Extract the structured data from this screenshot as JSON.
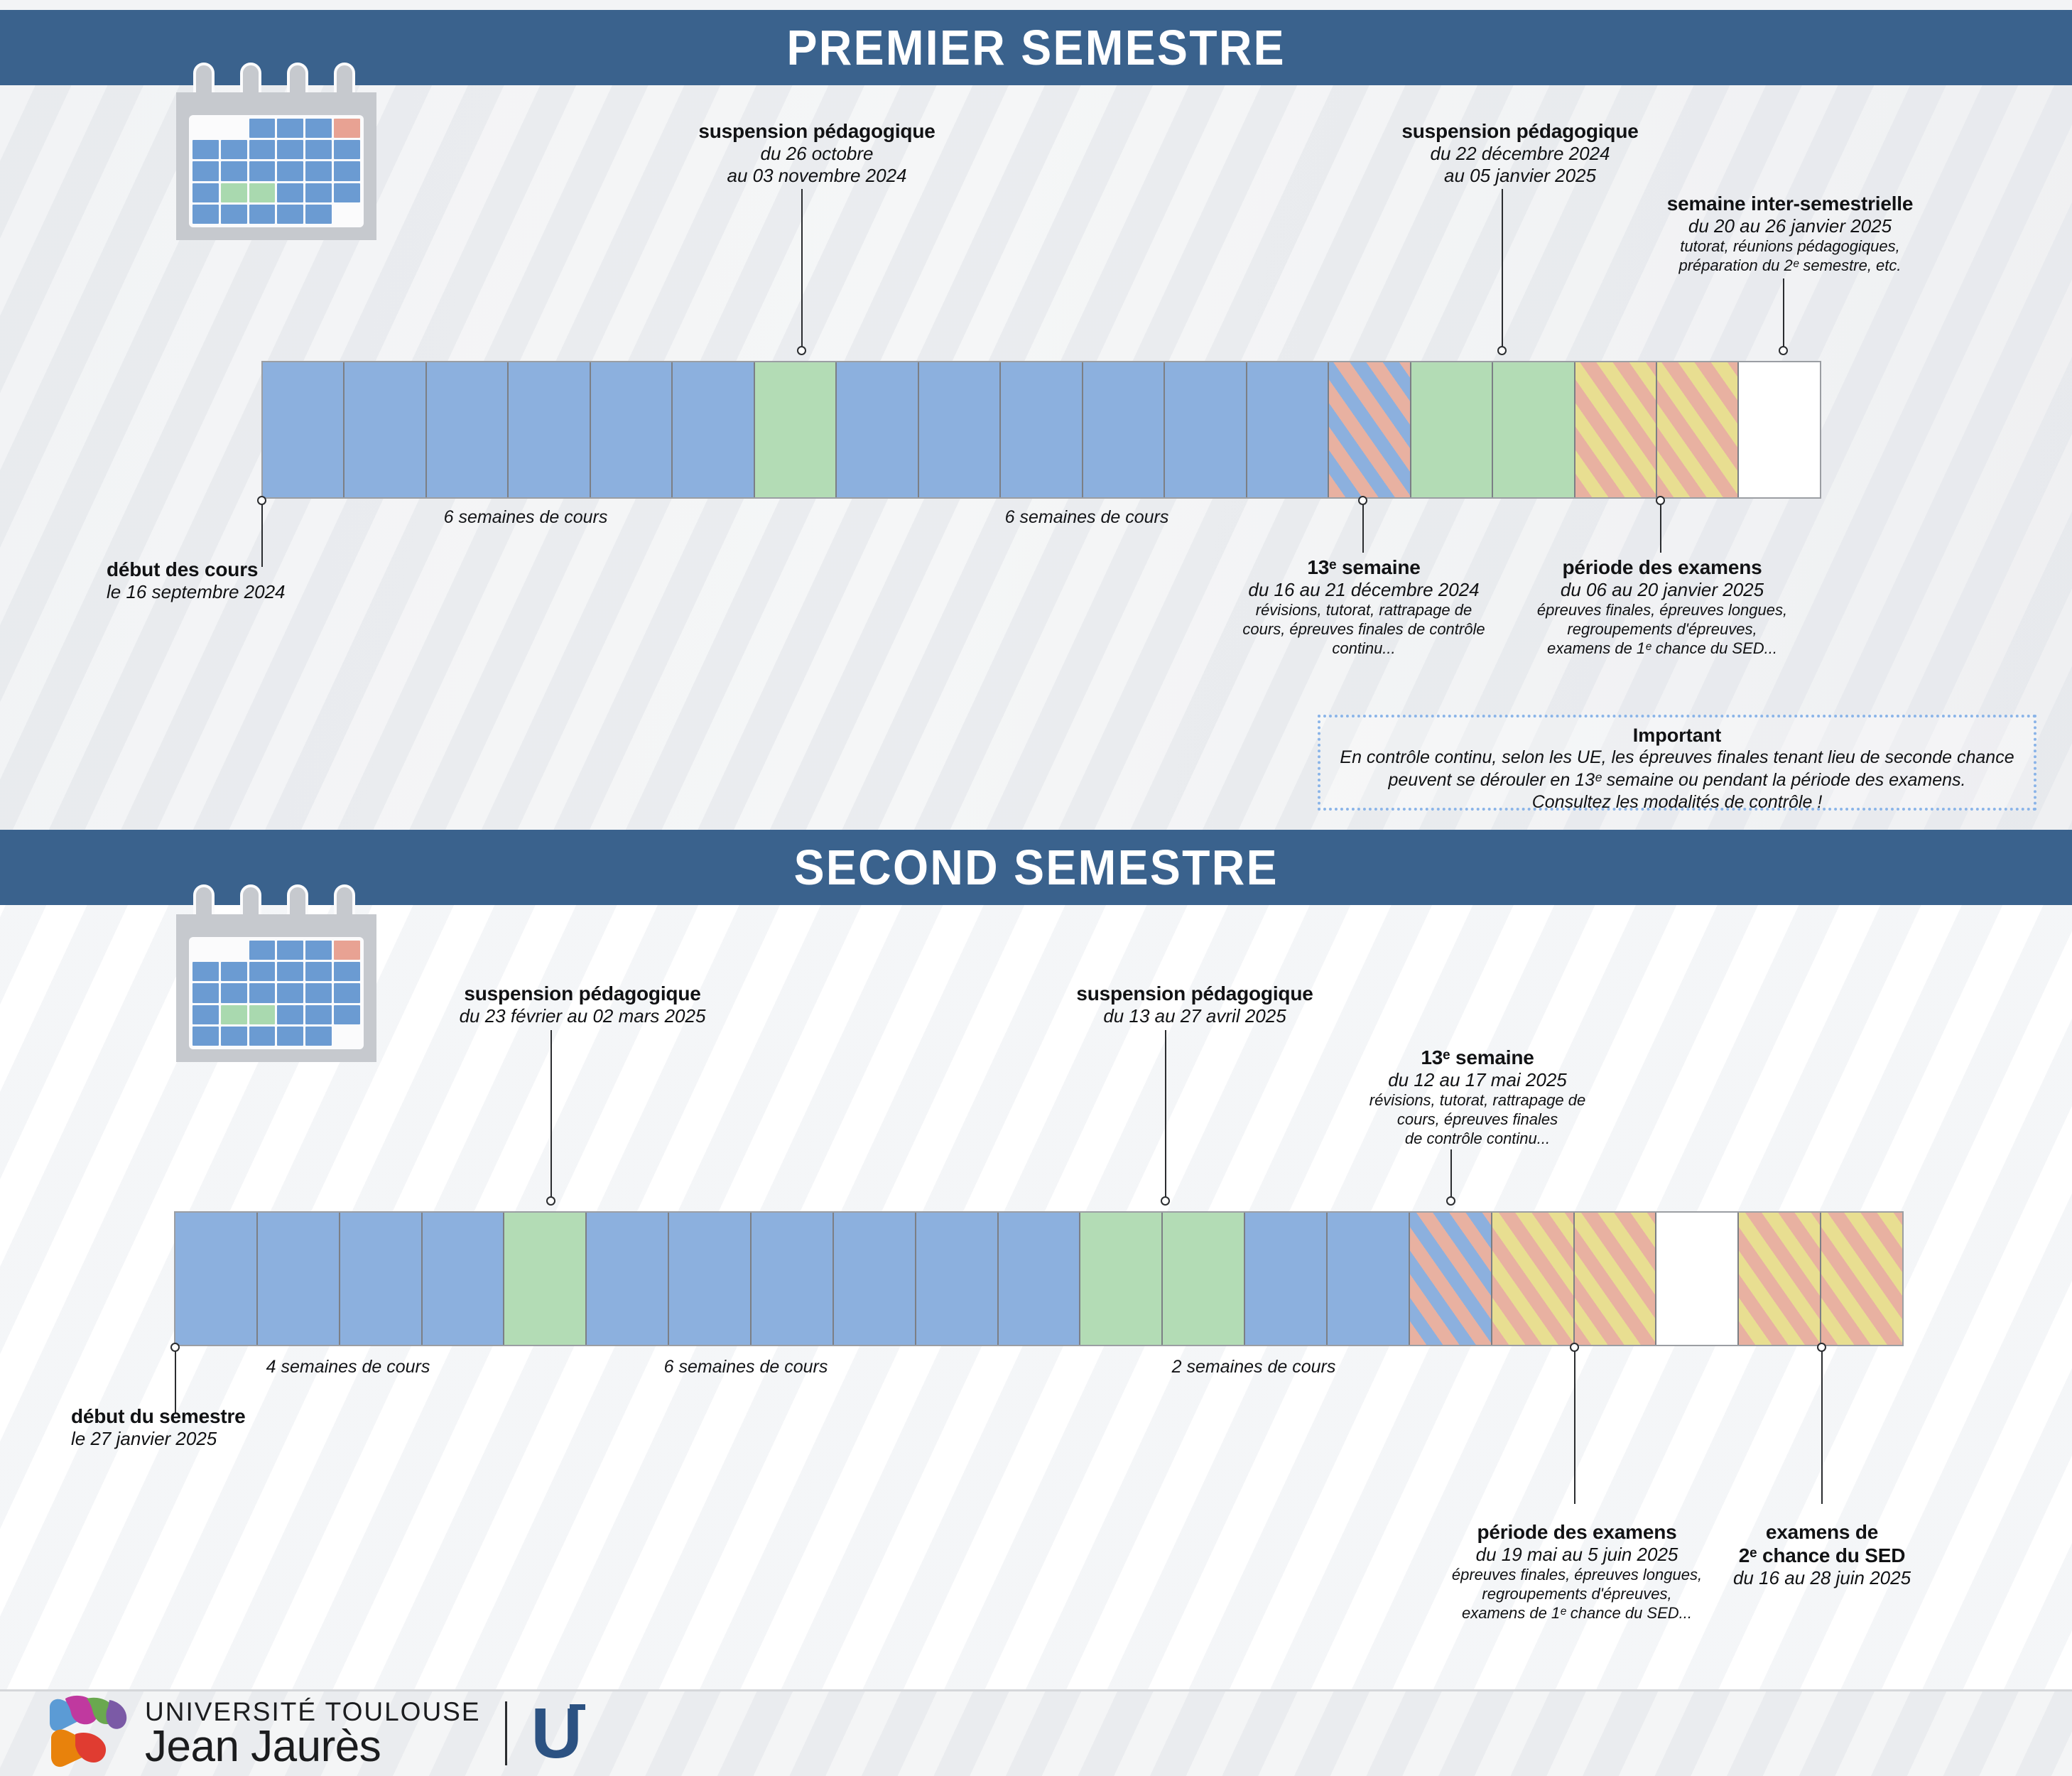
{
  "semester1": {
    "title": "PREMIER SEMESTRE",
    "calendar_icon": "calendar-icon",
    "annotations_top": [
      {
        "name": "suspension-1",
        "title": "suspension pédagogique",
        "sub1": "du 26 octobre",
        "sub2": "au 03 novembre 2024"
      },
      {
        "name": "suspension-2",
        "title": "suspension pédagogique",
        "sub1": "du 22 décembre 2024",
        "sub2": "au 05 janvier 2025"
      },
      {
        "name": "semaine-inter-semestrielle",
        "title": "semaine inter-semestrielle",
        "sub1": "du 20 au 26 janvier 2025",
        "det1": "tutorat, réunions pédagogiques,",
        "det2": "préparation du 2ᵉ semestre, etc."
      }
    ],
    "annotations_bottom": [
      {
        "name": "debut-des-cours",
        "title": "début des cours",
        "sub1": "le 16 septembre 2024"
      },
      {
        "name": "treizieme-semaine",
        "title": "13ᵉ semaine",
        "sub1": "du 16 au 21 décembre 2024",
        "det1": "révisions, tutorat, rattrapage de",
        "det2": "cours, épreuves finales de contrôle",
        "det3": "continu..."
      },
      {
        "name": "periode-des-examens",
        "title": "période des examens",
        "sub1": "du 06 au 20 janvier 2025",
        "det1": "épreuves finales, épreuves longues,",
        "det2": "regroupements d'épreuves,",
        "det3": "examens de 1ᵉ chance du SED..."
      }
    ],
    "week_labels": [
      "6 semaines de cours",
      "6 semaines de cours"
    ],
    "segments": [
      "blue",
      "blue",
      "blue",
      "blue",
      "blue",
      "blue",
      "green",
      "blue",
      "blue",
      "blue",
      "blue",
      "blue",
      "blue",
      "stripe-blue",
      "green",
      "green",
      "stripe-yellow",
      "stripe-yellow",
      "white"
    ]
  },
  "important": {
    "title": "Important",
    "line1": "En contrôle continu, selon les UE, les épreuves finales tenant lieu de seconde chance",
    "line2": "peuvent se dérouler en 13ᵉ semaine ou pendant la période des examens.",
    "line3": "Consultez les modalités de contrôle !",
    "border_color": "#8ab4e8"
  },
  "semester2": {
    "title": "SECOND SEMESTRE",
    "calendar_icon": "calendar-icon",
    "annotations_top": [
      {
        "name": "suspension-1",
        "title": "suspension pédagogique",
        "sub1": "du 23 février au 02 mars 2025"
      },
      {
        "name": "suspension-2",
        "title": "suspension pédagogique",
        "sub1": "du 13 au 27 avril 2025"
      },
      {
        "name": "treizieme-semaine",
        "title": "13ᵉ semaine",
        "sub1": "du 12 au 17 mai 2025",
        "det1": "révisions, tutorat, rattrapage de",
        "det2": "cours, épreuves finales",
        "det3": "de contrôle continu..."
      }
    ],
    "annotations_bottom": [
      {
        "name": "debut-du-semestre",
        "title": "début du semestre",
        "sub1": "le 27 janvier 2025"
      },
      {
        "name": "periode-des-examens",
        "title": "période des examens",
        "sub1": "du 19 mai au 5 juin 2025",
        "det1": "épreuves finales, épreuves longues,",
        "det2": "regroupements d'épreuves,",
        "det3": "examens de 1ᵉ chance du SED..."
      },
      {
        "name": "examens-2e-chance-sed",
        "title1": "examens de",
        "title2": "2ᵉ chance du SED",
        "sub1": "du 16 au 28 juin 2025"
      }
    ],
    "week_labels": [
      "4 semaines de cours",
      "6 semaines de cours",
      "2 semaines de cours"
    ],
    "segments": [
      "blue",
      "blue",
      "blue",
      "blue",
      "green",
      "blue",
      "blue",
      "blue",
      "blue",
      "blue",
      "blue",
      "green",
      "green",
      "blue",
      "blue",
      "stripe-blue",
      "stripe-yellow",
      "stripe-yellow",
      "white",
      "stripe-yellow",
      "stripe-yellow"
    ]
  },
  "footer": {
    "logo_line1": "UNIVERSITÉ TOULOUSE",
    "logo_line2": "Jean Jaurès",
    "logo_u": "U",
    "brand_color": "#2c5282"
  },
  "colors": {
    "band": "#3a628d",
    "course_week": "#8cb0de",
    "suspension": "#b3dcb5",
    "exam": "#e8de91",
    "overlay": "#e8b1a1"
  }
}
